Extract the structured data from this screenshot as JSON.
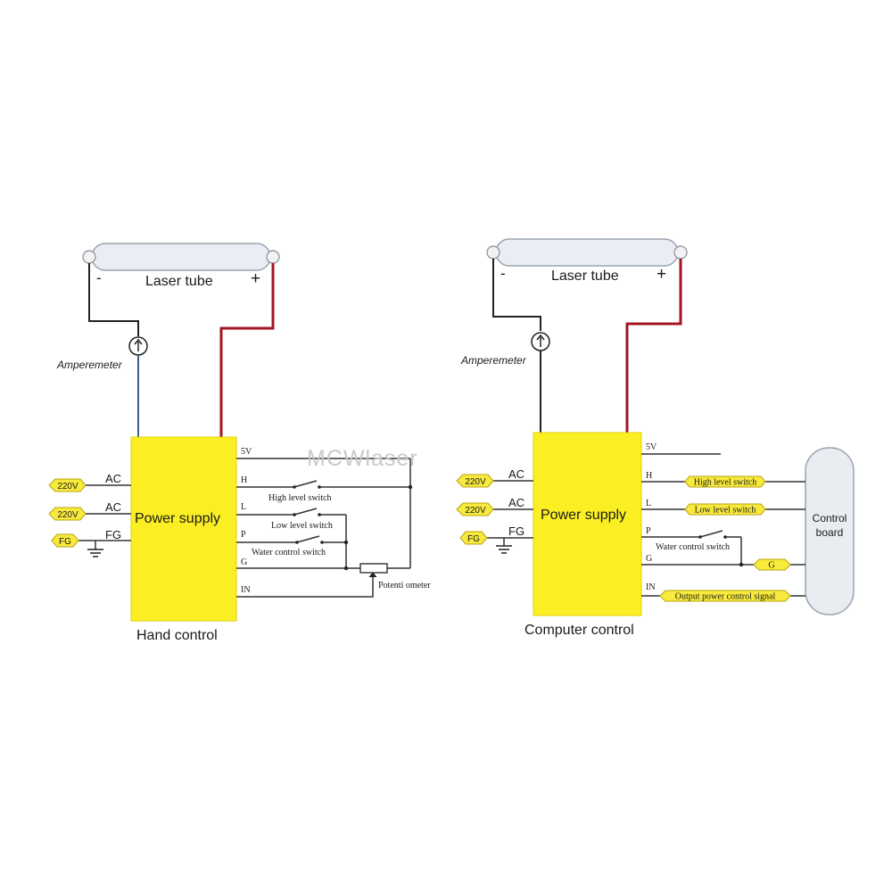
{
  "watermark": "MCWlaser",
  "hand": {
    "tube_label": "Laser tube",
    "minus": "-",
    "plus": "+",
    "amperemeter": "Amperemeter",
    "psu_label": "Power supply",
    "caption": "Hand control",
    "inputs": {
      "ac1": "AC",
      "ac2": "AC",
      "fg": "FG"
    },
    "tags": {
      "v1": "220V",
      "v2": "220V",
      "fg": "FG"
    },
    "pins": {
      "v5": "5V",
      "h": "H",
      "l": "L",
      "p": "P",
      "g": "G",
      "in": "IN"
    },
    "switches": {
      "high": "High level switch",
      "low": "Low level switch",
      "water": "Water control switch",
      "pot": "Potenti ometer"
    }
  },
  "computer": {
    "tube_label": "Laser tube",
    "minus": "-",
    "plus": "+",
    "amperemeter": "Amperemeter",
    "psu_label": "Power supply",
    "caption": "Computer control",
    "inputs": {
      "ac1": "AC",
      "ac2": "AC",
      "fg": "FG"
    },
    "tags": {
      "v1": "220V",
      "v2": "220V",
      "fg": "FG"
    },
    "pins": {
      "v5": "5V",
      "h": "H",
      "l": "L",
      "p": "P",
      "g": "G",
      "in": "IN"
    },
    "signals": {
      "high": "High level switch",
      "low": "Low level switch",
      "water": "Water control switch",
      "g": "G",
      "output": "Output power control signal"
    },
    "board_line1": "Control",
    "board_line2": "board"
  },
  "colors": {
    "psu": "#fbef24",
    "positive_wire": "#a31620",
    "ammeter_wire": "#3b5f86"
  }
}
